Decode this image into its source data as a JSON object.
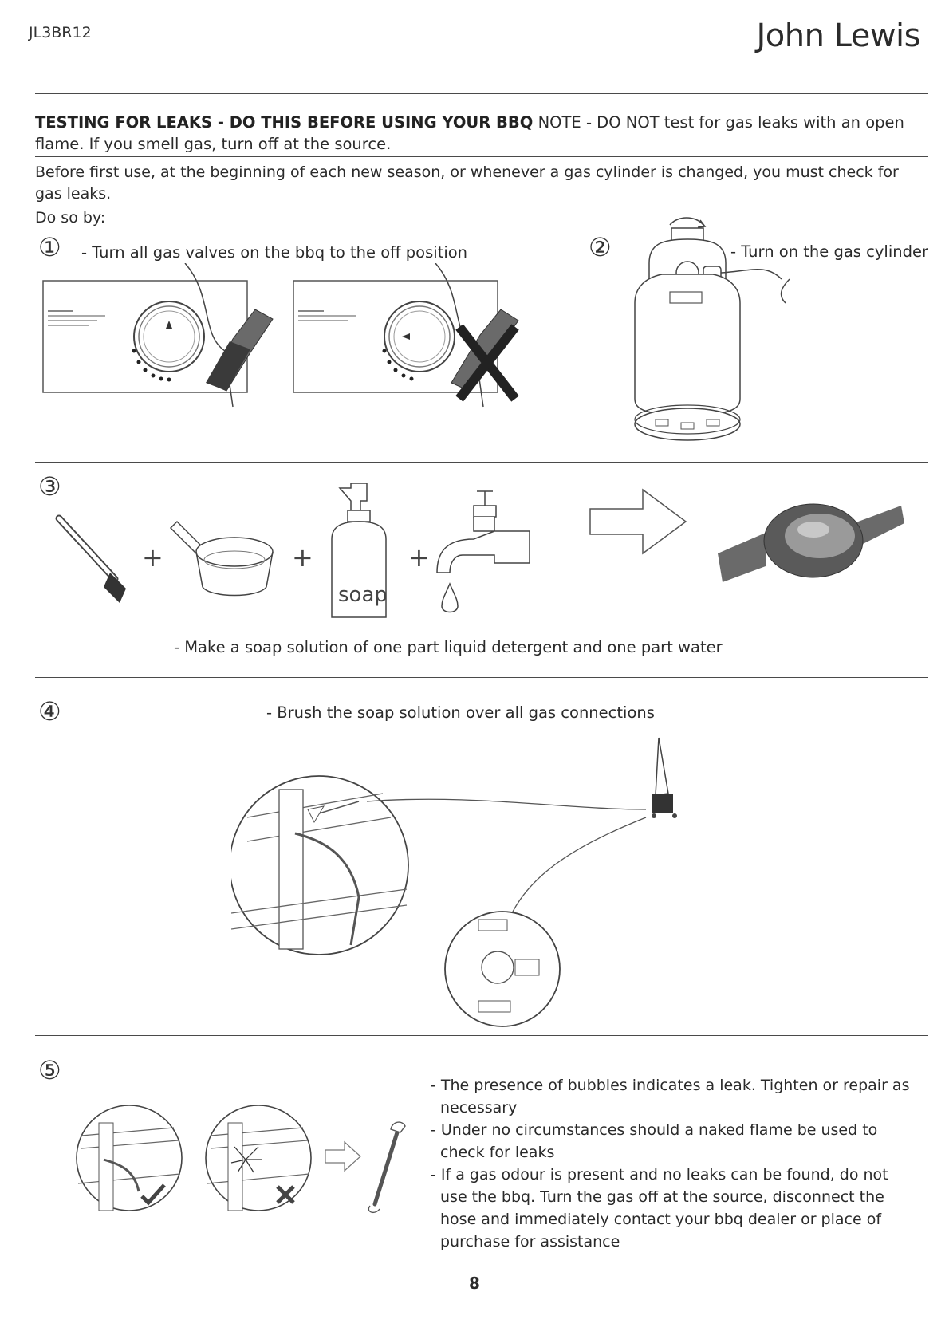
{
  "header": {
    "model": "JL3BR12",
    "brand": "John Lewis"
  },
  "heading": {
    "title": "TESTING FOR LEAKS - DO THIS BEFORE USING YOUR BBQ",
    "note": " NOTE - DO NOT test for gas leaks with an open flame. If you smell gas, turn off at the source."
  },
  "intro": "Before first use, at the beginning of each new season, or whenever a gas cylinder is changed,  you must check for gas leaks.",
  "do_so_by": "Do so by:",
  "steps": {
    "s1": {
      "number": "①",
      "text": "- Turn all gas valves on the bbq to the off position"
    },
    "s2": {
      "number": "②",
      "text": "- Turn on the gas cylinder"
    },
    "s3": {
      "number": "③",
      "text": "- Make a soap solution of one part liquid detergent and one part water",
      "soap_label": "soap",
      "plus": "+"
    },
    "s4": {
      "number": "④",
      "text": "- Brush the soap solution over all gas connections"
    },
    "s5": {
      "number": "⑤",
      "bullets": [
        "- The presence of bubbles indicates a leak. Tighten or repair as necessary",
        "- Under no circumstances should a naked flame be used to check for leaks",
        "- If a gas odour is present and no leaks can be found, do not use the bbq. Turn the gas off at the source, disconnect the hose and immediately contact your bbq dealer or place of purchase for assistance"
      ]
    }
  },
  "page_number": "8"
}
